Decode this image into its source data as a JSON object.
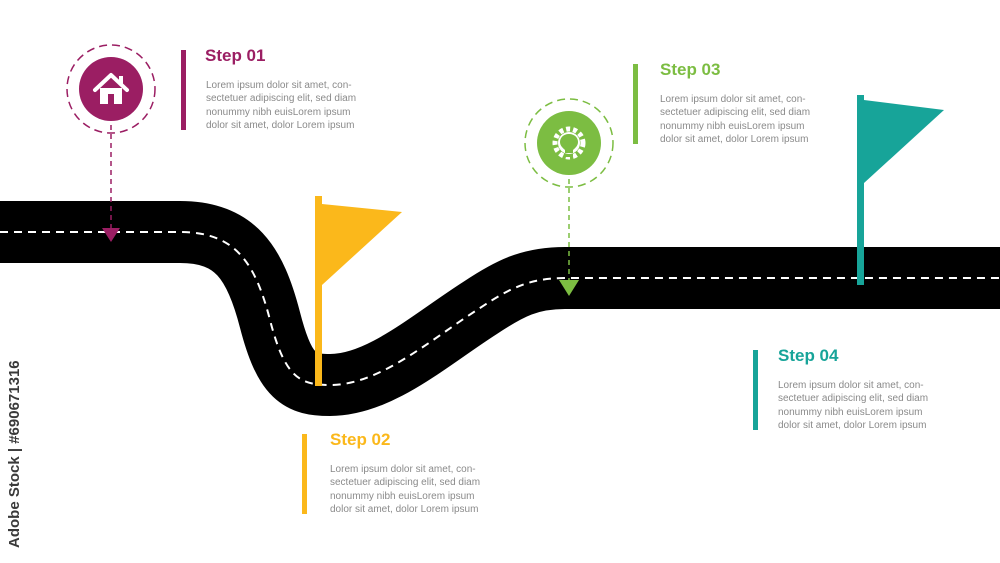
{
  "steps": [
    {
      "title": "Step 01",
      "color": "#9b1e63",
      "icon": "home-icon",
      "lines": [
        "Lorem ipsum dolor sit amet, con-",
        "sectetuer adipiscing elit, sed diam",
        "nonummy nibh euisLorem ipsum",
        "dolor sit amet, dolor Lorem ipsum"
      ]
    },
    {
      "title": "Step 02",
      "color": "#fbb81b",
      "icon": "flag-icon",
      "lines": [
        "Lorem ipsum dolor sit amet, con-",
        "sectetuer adipiscing elit, sed diam",
        "nonummy nibh euisLorem ipsum",
        "dolor sit amet, dolor Lorem ipsum"
      ]
    },
    {
      "title": "Step 03",
      "color": "#7cbd42",
      "icon": "lightbulb-gear-icon",
      "lines": [
        "Lorem ipsum dolor sit amet, con-",
        "sectetuer adipiscing elit, sed diam",
        "nonummy nibh euisLorem ipsum",
        "dolor sit amet, dolor Lorem ipsum"
      ]
    },
    {
      "title": "Step 04",
      "color": "#17a499",
      "icon": "flag-icon",
      "lines": [
        "Lorem ipsum dolor sit amet, con-",
        "sectetuer adipiscing elit, sed diam",
        "nonummy nibh euisLorem ipsum",
        "dolor sit amet, dolor Lorem ipsum"
      ]
    }
  ],
  "road_color": "#000000",
  "watermark": "Adobe Stock | #690671316"
}
